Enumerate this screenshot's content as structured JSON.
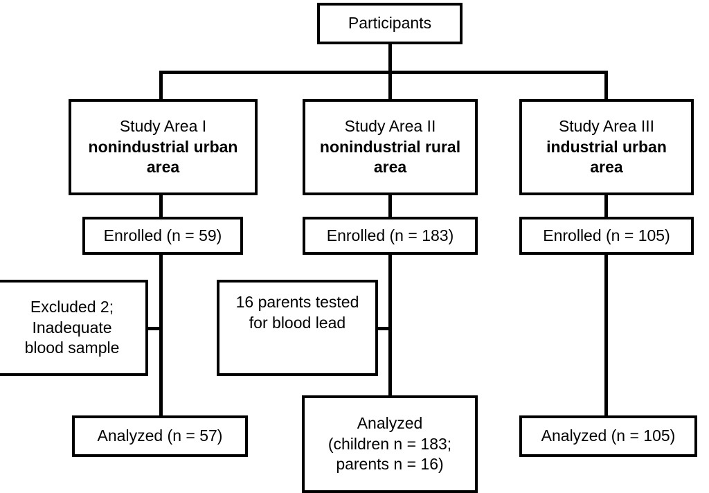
{
  "diagram": {
    "title": "Participant flow diagram",
    "type": "flowchart",
    "background_color": "#ffffff",
    "line_color": "#000000",
    "text_color": "#000000"
  },
  "nodes": {
    "participants": {
      "lines": [
        {
          "text": "Participants",
          "bold": false
        }
      ]
    },
    "study_area_1": {
      "lines": [
        {
          "text": "Study Area I",
          "bold": false
        },
        {
          "text": "nonindustrial urban",
          "bold": true
        },
        {
          "text": "area",
          "bold": true
        }
      ]
    },
    "study_area_2": {
      "lines": [
        {
          "text": "Study Area II",
          "bold": false
        },
        {
          "text": "nonindustrial rural",
          "bold": true
        },
        {
          "text": "area",
          "bold": true
        }
      ]
    },
    "study_area_3": {
      "lines": [
        {
          "text": "Study Area III",
          "bold": false
        },
        {
          "text": "industrial urban",
          "bold": true
        },
        {
          "text": "area",
          "bold": true
        }
      ]
    },
    "enrolled_1": {
      "lines": [
        {
          "text": "Enrolled (n = 59)",
          "bold": false
        }
      ]
    },
    "enrolled_2": {
      "lines": [
        {
          "text": "Enrolled (n = 183)",
          "bold": false
        }
      ]
    },
    "enrolled_3": {
      "lines": [
        {
          "text": "Enrolled (n = 105)",
          "bold": false
        }
      ]
    },
    "excluded_1": {
      "lines": [
        {
          "text": "Excluded 2;",
          "bold": false
        },
        {
          "text": "Inadequate",
          "bold": false
        },
        {
          "text": "blood sample",
          "bold": false
        }
      ]
    },
    "parents_tested_2": {
      "lines": [
        {
          "text": "16 parents tested",
          "bold": false
        },
        {
          "text": "for blood lead",
          "bold": false
        }
      ]
    },
    "analyzed_1": {
      "lines": [
        {
          "text": "Analyzed (n = 57)",
          "bold": false
        }
      ]
    },
    "analyzed_2": {
      "lines": [
        {
          "text": "Analyzed",
          "bold": false
        },
        {
          "text": "(children n = 183;",
          "bold": false
        },
        {
          "text": "parents n = 16)",
          "bold": false
        }
      ]
    },
    "analyzed_3": {
      "lines": [
        {
          "text": "Analyzed (n = 105)",
          "bold": false
        }
      ]
    }
  }
}
